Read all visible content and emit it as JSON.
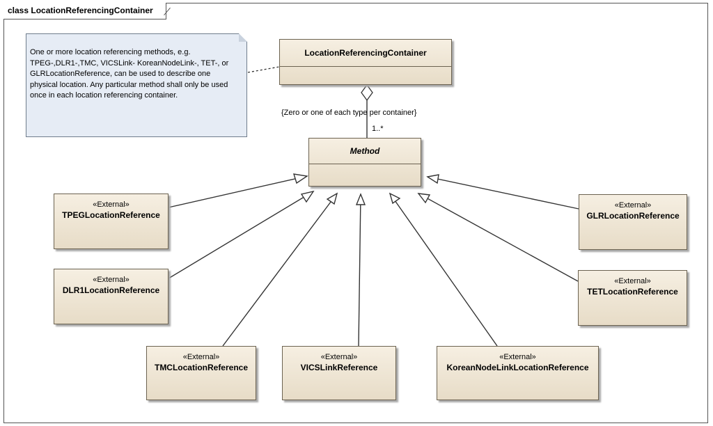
{
  "frame": {
    "title": "class LocationReferencingContainer"
  },
  "note": {
    "text": "One or more location referencing methods, e.g. TPEG-,DLR1-,TMC, VICSLink- KoreanNodeLink-, TET-, or GLRLocationReference, can be used to describe one physical location. Any particular method shall only be used once in each location referencing container."
  },
  "container": {
    "name": "LocationReferencingContainer"
  },
  "method": {
    "name": "Method"
  },
  "association": {
    "constraint": "{Zero or one of each type per container}",
    "multiplicity": "1..*"
  },
  "classes": [
    {
      "stereotype": "«External»",
      "name": "TPEGLocationReference"
    },
    {
      "stereotype": "«External»",
      "name": "DLR1LocationReference"
    },
    {
      "stereotype": "«External»",
      "name": "TMCLocationReference"
    },
    {
      "stereotype": "«External»",
      "name": "VICSLinkReference"
    },
    {
      "stereotype": "«External»",
      "name": "KoreanNodeLinkLocationReference"
    },
    {
      "stereotype": "«External»",
      "name": "TETLocationReference"
    },
    {
      "stereotype": "«External»",
      "name": "GLRLocationReference"
    }
  ]
}
